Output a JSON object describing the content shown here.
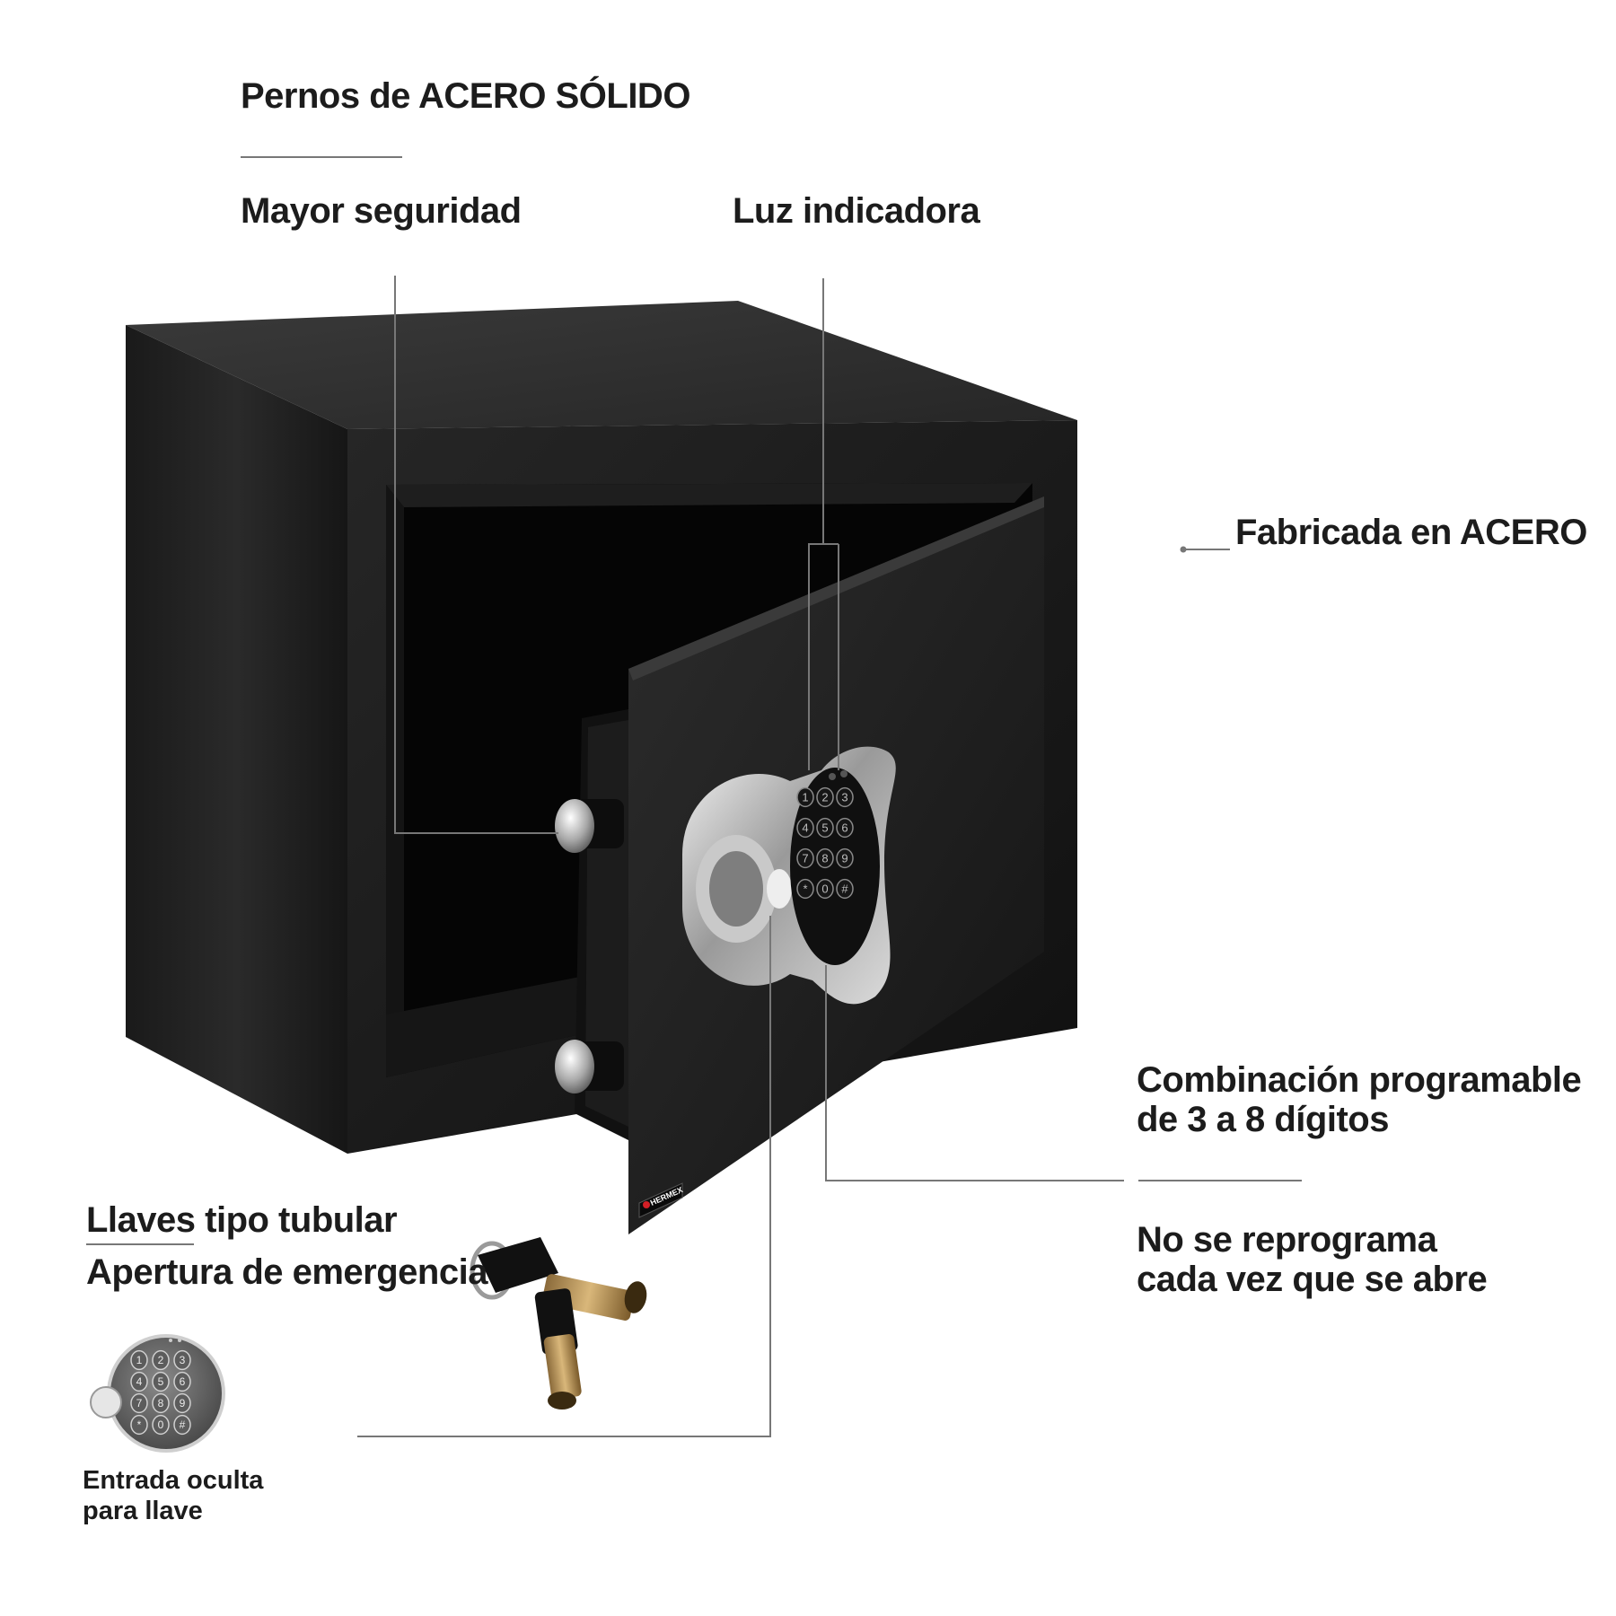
{
  "features": {
    "bolts_title": "Pernos de ACERO SÓLIDO",
    "bolts_subtitle": "Mayor seguridad",
    "indicator_light": "Luz indicadora",
    "steel_body": "Fabricada en ACERO",
    "combination_line1": "Combinación programable",
    "combination_line2": "de 3 a 8 dígitos",
    "no_reprogram_line1": "No se reprograma",
    "no_reprogram_line2": "cada vez que se abre",
    "keys_title": "Llaves tipo tubular",
    "keys_subtitle": "Apertura de emergencia",
    "hidden_entry_line1": "Entrada oculta",
    "hidden_entry_line2": "para llave"
  },
  "product": {
    "brand": "HERMEX",
    "keypad_keys": [
      "1",
      "2",
      "3",
      "4",
      "5",
      "6",
      "7",
      "8",
      "9",
      "*",
      "0",
      "#"
    ]
  },
  "colors": {
    "safe_body": "#1b1b1b",
    "text": "#1c1c1c",
    "leader_line": "#777777"
  }
}
